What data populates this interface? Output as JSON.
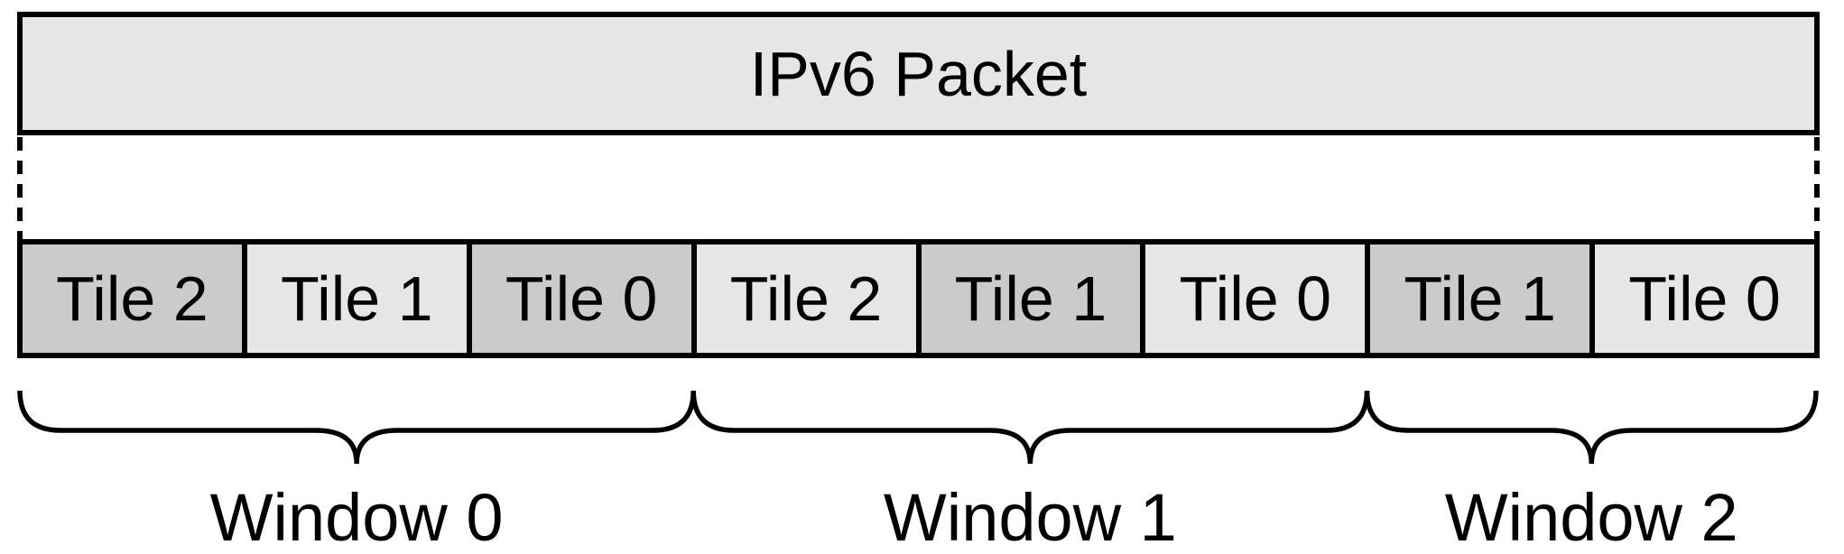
{
  "packet": {
    "label": "IPv6 Packet"
  },
  "tiles": [
    {
      "label": "Tile 2",
      "shade": "dark"
    },
    {
      "label": "Tile 1",
      "shade": "light"
    },
    {
      "label": "Tile 0",
      "shade": "dark"
    },
    {
      "label": "Tile 2",
      "shade": "light"
    },
    {
      "label": "Tile 1",
      "shade": "dark"
    },
    {
      "label": "Tile 0",
      "shade": "light"
    },
    {
      "label": "Tile 1",
      "shade": "dark"
    },
    {
      "label": "Tile 0",
      "shade": "light"
    }
  ],
  "windows": [
    {
      "label": "Window 0",
      "tile_count": 3
    },
    {
      "label": "Window 1",
      "tile_count": 3
    },
    {
      "label": "Window 2",
      "tile_count": 2
    }
  ],
  "colors": {
    "background": "#ffffff",
    "stroke": "#000000",
    "packet_fill": "#e6e6e6",
    "tile_dark": "#cbcbcb",
    "tile_light": "#e6e6e6"
  }
}
